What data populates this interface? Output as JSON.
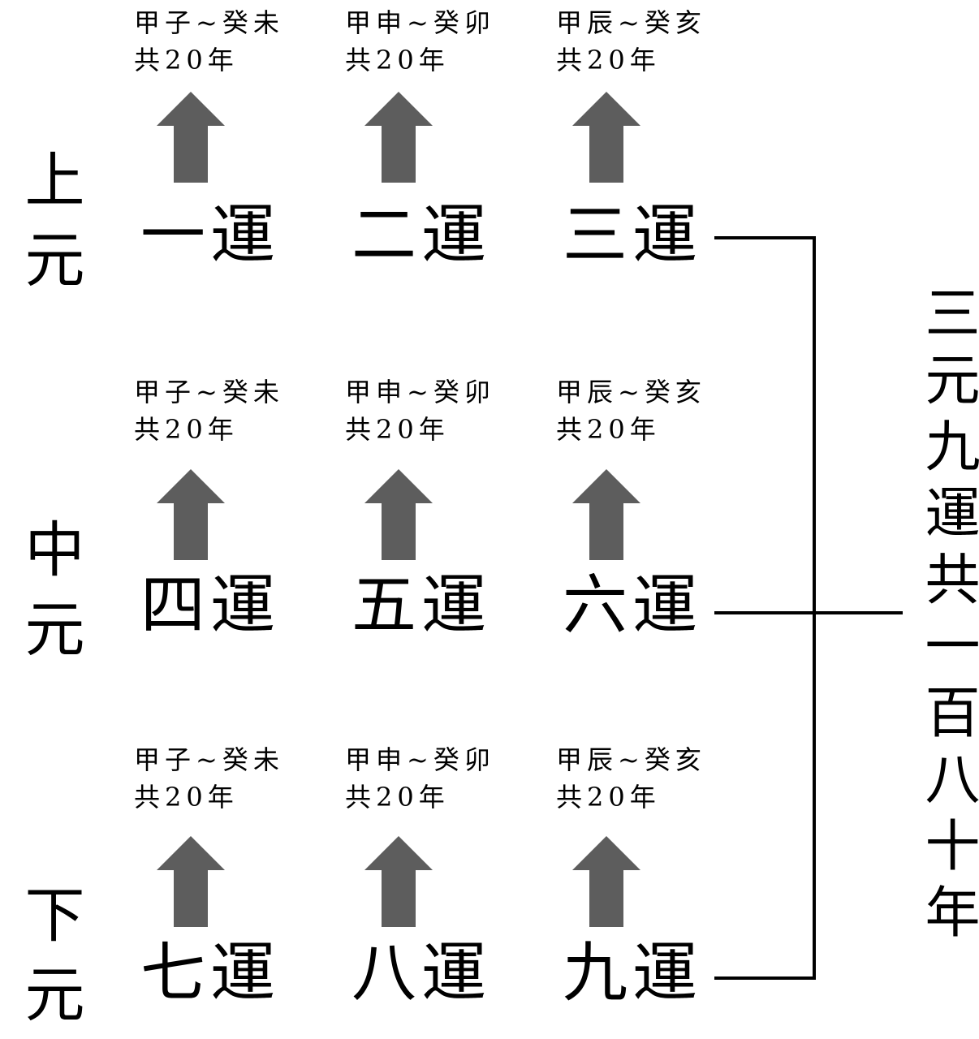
{
  "diagram": {
    "right_bracket_label": "三元九運共一百八十年",
    "sections": [
      {
        "era_label": "上元",
        "periods": [
          {
            "stems_range": "甲子~癸未",
            "duration": "共20年",
            "name": "一運"
          },
          {
            "stems_range": "甲申~癸卯",
            "duration": "共20年",
            "name": "二運"
          },
          {
            "stems_range": "甲辰~癸亥",
            "duration": "共20年",
            "name": "三運"
          }
        ]
      },
      {
        "era_label": "中元",
        "periods": [
          {
            "stems_range": "甲子~癸未",
            "duration": "共20年",
            "name": "四運"
          },
          {
            "stems_range": "甲申~癸卯",
            "duration": "共20年",
            "name": "五運"
          },
          {
            "stems_range": "甲辰~癸亥",
            "duration": "共20年",
            "name": "六運"
          }
        ]
      },
      {
        "era_label": "下元",
        "periods": [
          {
            "stems_range": "甲子~癸未",
            "duration": "共20年",
            "name": "七運"
          },
          {
            "stems_range": "甲申~癸卯",
            "duration": "共20年",
            "name": "八運"
          },
          {
            "stems_range": "甲辰~癸亥",
            "duration": "共20年",
            "name": "九運"
          }
        ]
      }
    ],
    "colors": {
      "arrow": "#5d5d5d",
      "line": "#000000",
      "text": "#000000",
      "background": "#ffffff"
    }
  }
}
